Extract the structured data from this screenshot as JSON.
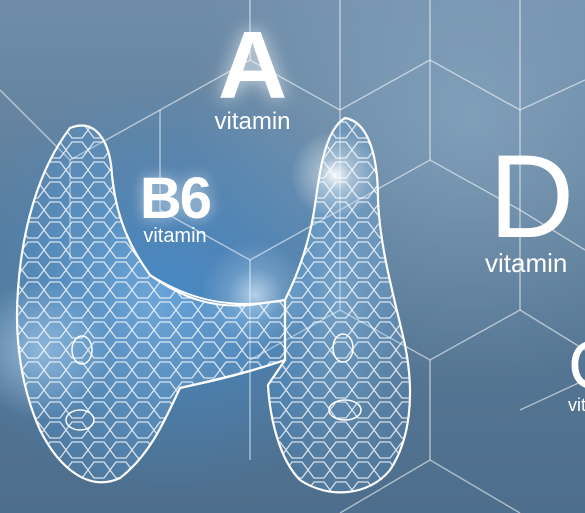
{
  "vitamins": [
    {
      "letter": "A",
      "word": "vitamin"
    },
    {
      "letter": "B6",
      "word": "vitamin"
    },
    {
      "letter": "D",
      "word": "vitamin"
    },
    {
      "letter": "C",
      "word": "vitamin"
    }
  ],
  "illustration": {
    "subject": "thyroid-gland",
    "style": "white sketch on blue"
  },
  "colors": {
    "background": "#5d7d99",
    "accent_blue": "#3c96eb",
    "line": "#ffffff"
  }
}
